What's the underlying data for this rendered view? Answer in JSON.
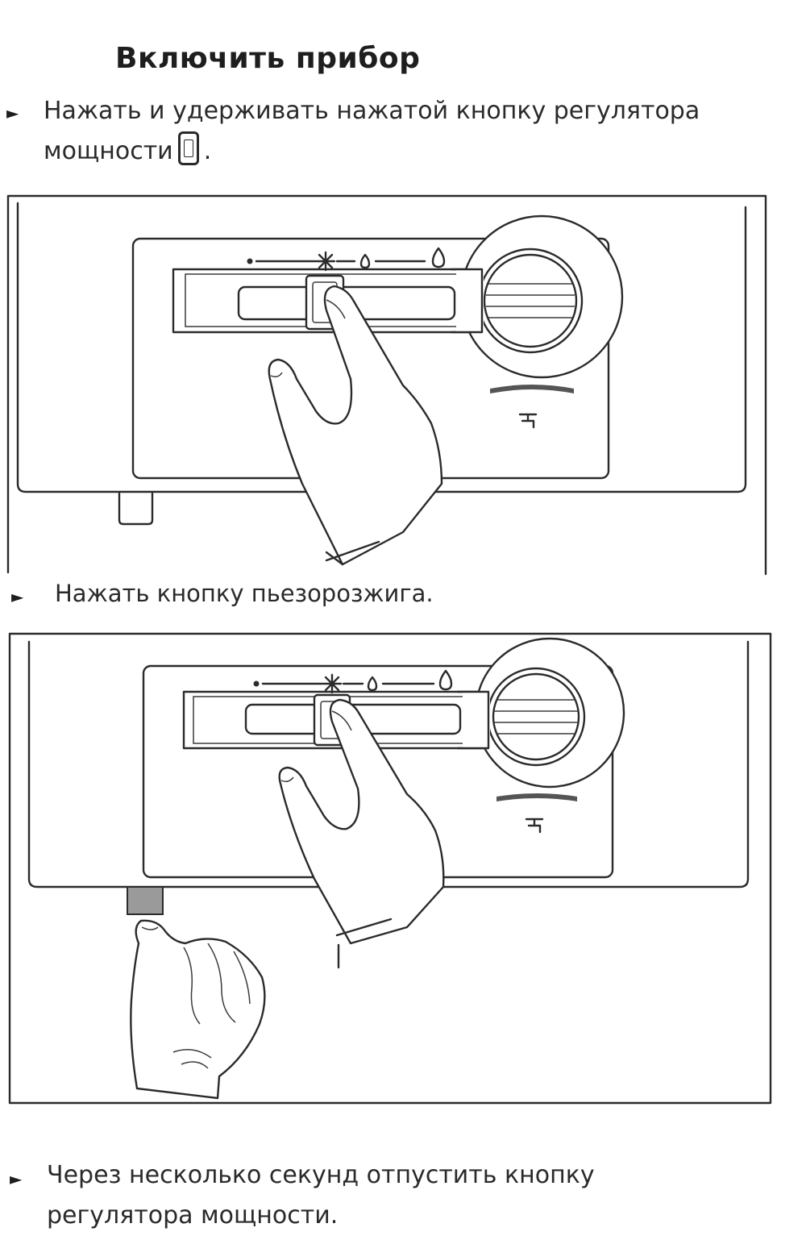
{
  "heading": "Включить прибор",
  "bullet_glyph": "►",
  "steps": [
    {
      "line1": "Нажать и удерживать нажатой кнопку регулятора",
      "line2_pre": "мощности",
      "line2_post": ".",
      "icon": "power-regulator-knob-icon"
    },
    {
      "text": "Нажать кнопку пьезорозжига."
    },
    {
      "line1": "Через несколько секунд отпустить кнопку",
      "line2": "регулятора мощности."
    }
  ],
  "illustrations": [
    {
      "depicts": "finger-pressing-power-regulator-knob"
    },
    {
      "depicts": "finger-on-regulator-and-thumb-on-piezo-button"
    }
  ]
}
